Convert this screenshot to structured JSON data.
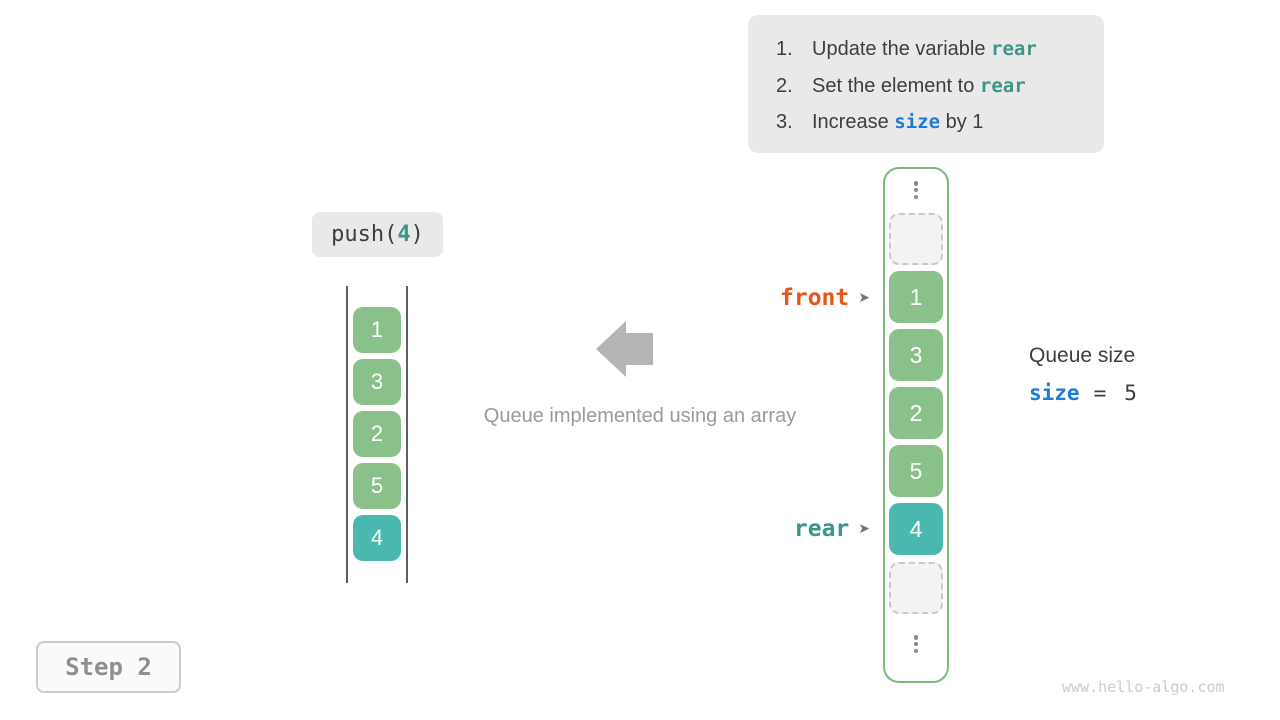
{
  "colors": {
    "green_cell": "#8ac08a",
    "teal_cell": "#4bb8b0",
    "array_border": "#7db97d",
    "front_label": "#e8561c",
    "rear_label": "#3a9688",
    "size_blue": "#1d7cd8",
    "label_box_bg": "#e9e9e9",
    "muted_text": "#9b9b9b"
  },
  "instructions": {
    "items": [
      {
        "num": "1.",
        "prefix": "Update the variable ",
        "code": "rear",
        "suffix": ""
      },
      {
        "num": "2.",
        "prefix": "Set the element to ",
        "code": "rear",
        "suffix": ""
      },
      {
        "num": "3.",
        "prefix": "Increase ",
        "code": "size",
        "suffix": " by 1"
      }
    ]
  },
  "operation": {
    "func": "push(",
    "arg": "4",
    "close": ")"
  },
  "left_stack": {
    "values": [
      "1",
      "3",
      "2",
      "5",
      "4"
    ],
    "highlight_value": "4"
  },
  "caption": "Queue implemented using an array",
  "array_column": {
    "values": [
      "1",
      "3",
      "2",
      "5",
      "4"
    ],
    "highlight_value": "4",
    "empty_slots": 2,
    "ellipsis_top": true,
    "ellipsis_bottom": true
  },
  "pointers": {
    "front": {
      "label": "front",
      "arrow": "➤",
      "points_to": "1"
    },
    "rear": {
      "label": "rear",
      "arrow": "➤",
      "points_to": "4"
    }
  },
  "queue_size": {
    "title": "Queue size",
    "var": "size",
    "equals": "=",
    "value": "5"
  },
  "step": {
    "label": "Step 2"
  },
  "watermark": "www.hello-algo.com"
}
